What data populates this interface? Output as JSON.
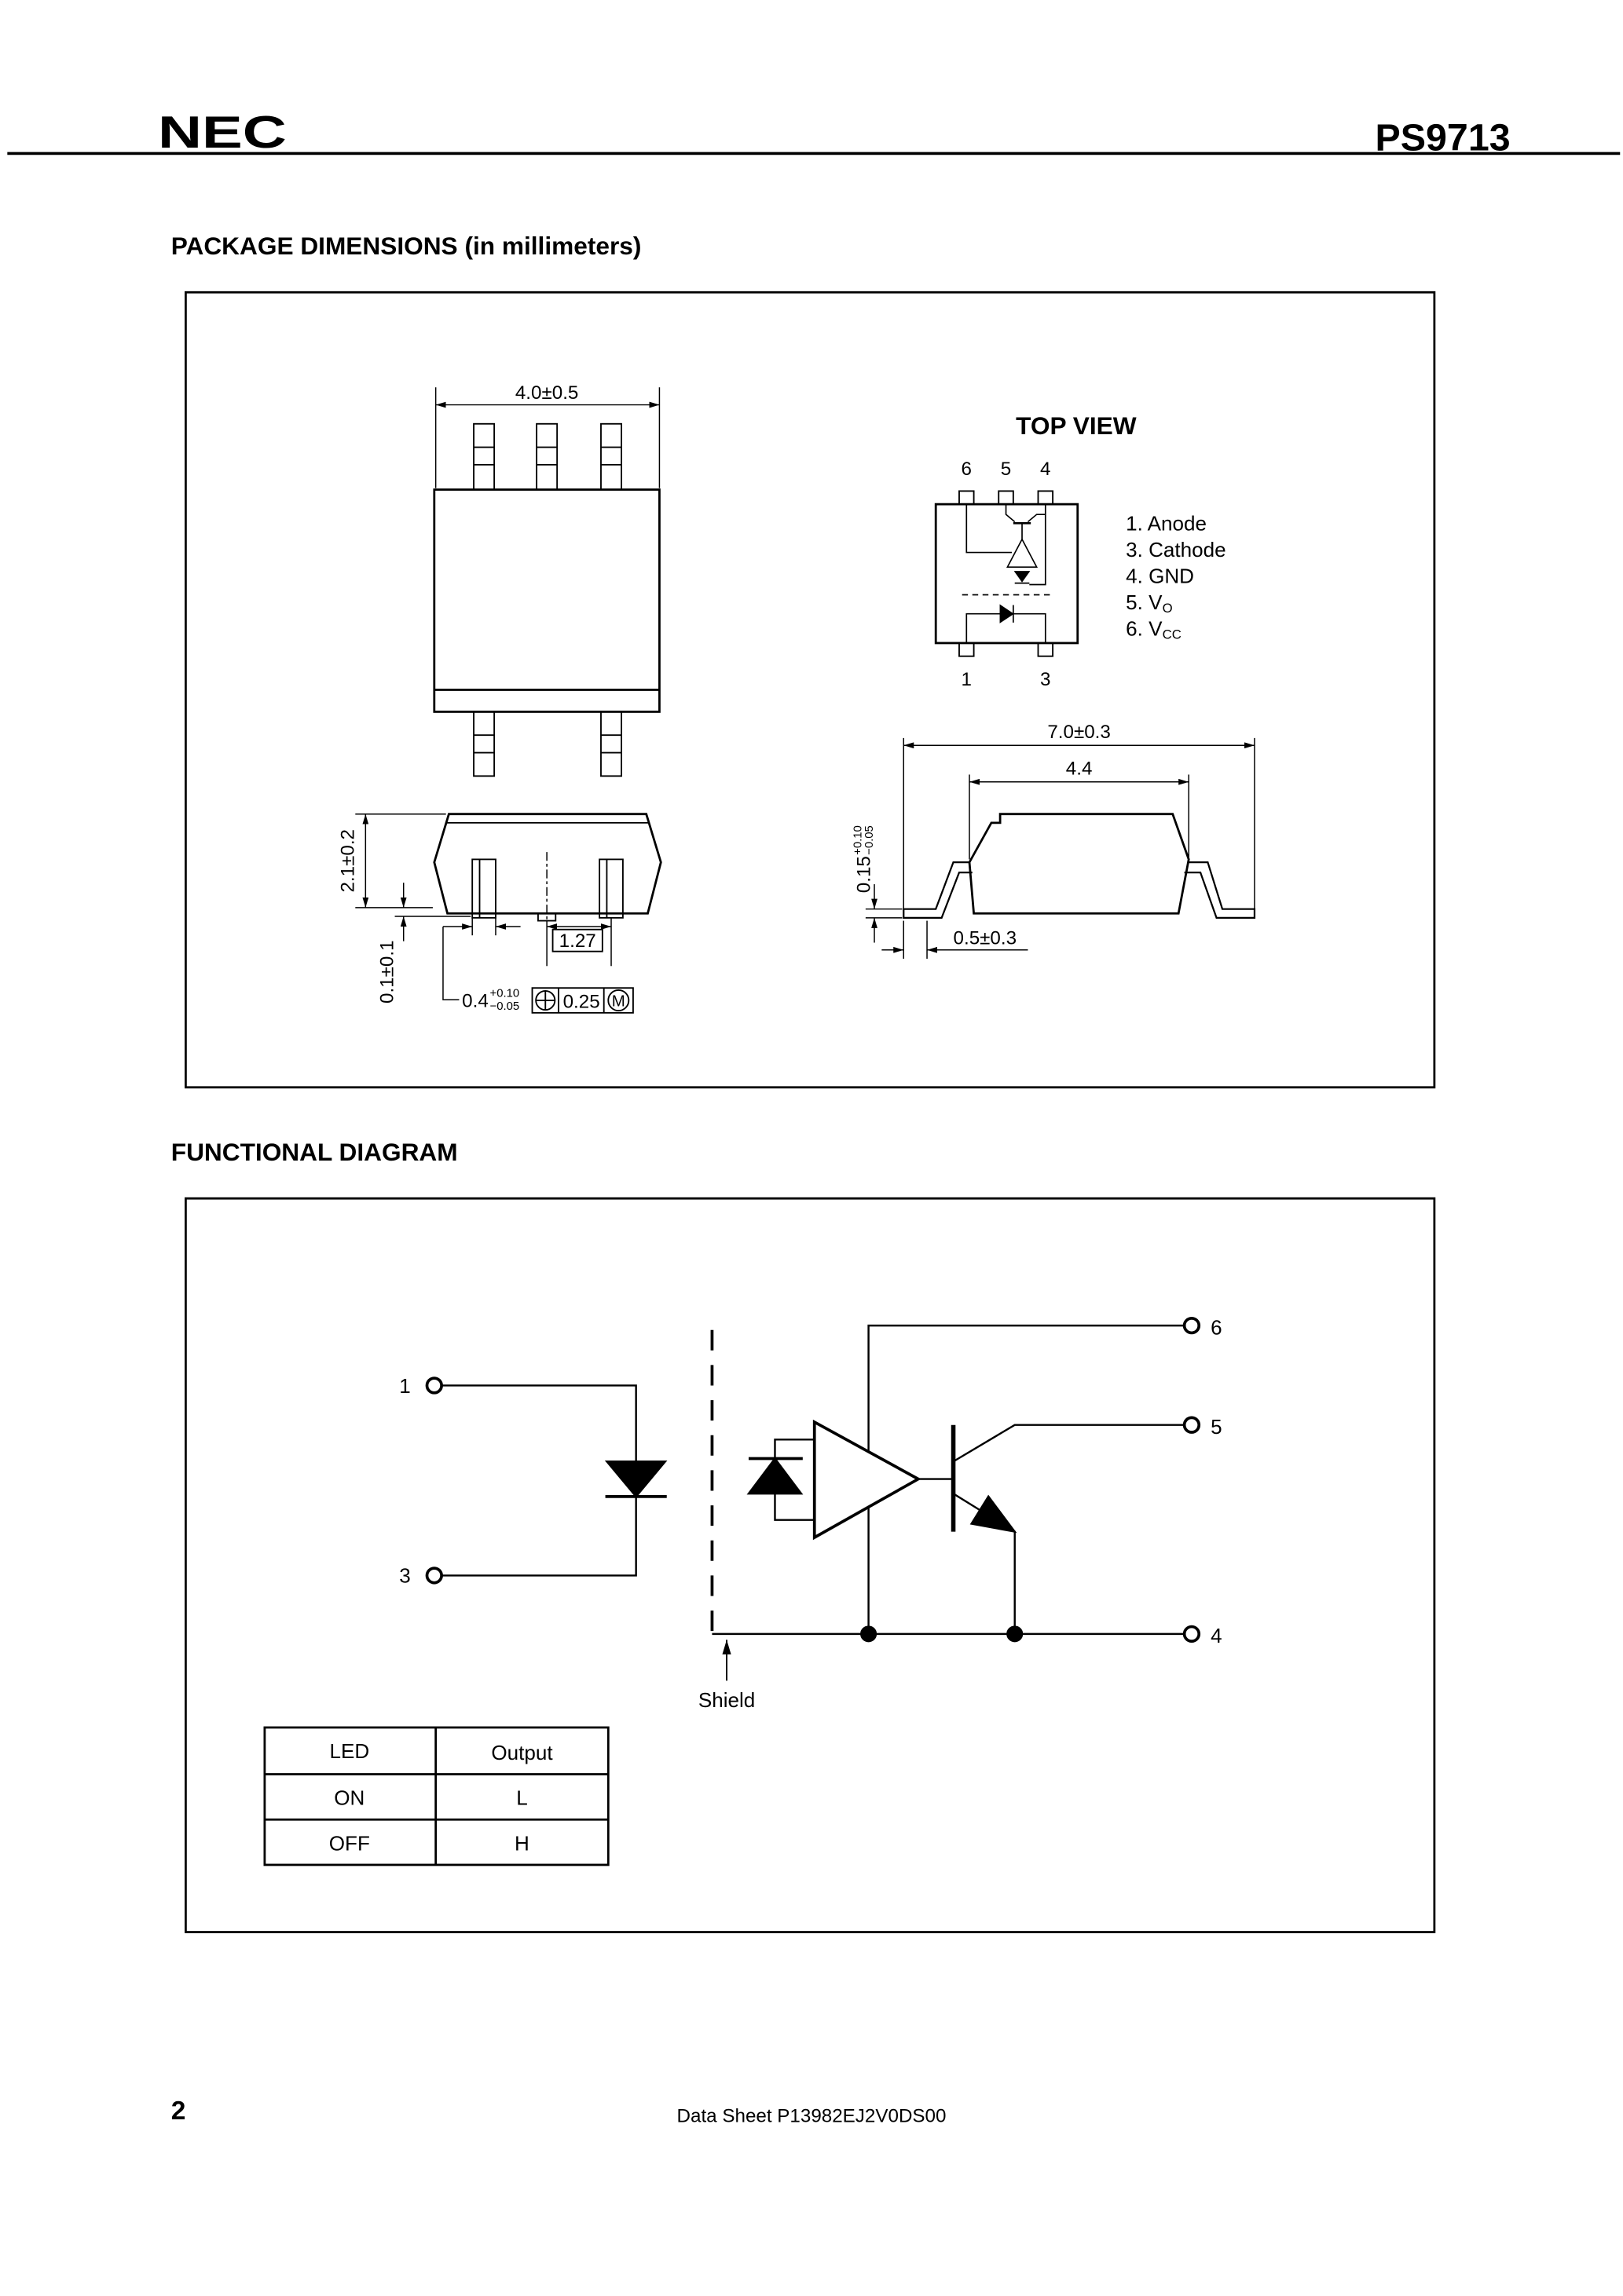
{
  "header": {
    "logo": "NEC",
    "part_number": "PS9713"
  },
  "package_dimensions": {
    "title": "PACKAGE DIMENSIONS (in millimeters)",
    "outline": {
      "width": "4.0±0.5",
      "height": "2.1±0.2",
      "standoff": "0.1±0.1",
      "pitch": "1.27",
      "lead_width": "0.4",
      "lead_width_tol_plus": "+0.10",
      "lead_width_tol_minus": "−0.05",
      "position_symbol": "position-tolerance-icon",
      "position_tolerance": "0.25",
      "position_modifier": "M"
    },
    "top_view": {
      "title": "TOP VIEW",
      "pins_top": [
        "6",
        "5",
        "4"
      ],
      "pins_bottom": [
        "1",
        "3"
      ],
      "pin_functions": [
        {
          "label": "1. Anode",
          "sub": ""
        },
        {
          "label": "3. Cathode",
          "sub": ""
        },
        {
          "label": "4. GND",
          "sub": ""
        },
        {
          "label": "5. V",
          "sub": "O"
        },
        {
          "label": "6. V",
          "sub": "CC"
        }
      ]
    },
    "side_view": {
      "overall_length": "7.0±0.3",
      "body_length": "4.4",
      "lead_thickness": "0.15",
      "lead_thickness_tol_plus": "+0.10",
      "lead_thickness_tol_minus": "−0.05",
      "foot_length": "0.5±0.3"
    }
  },
  "functional_diagram": {
    "title": "FUNCTIONAL DIAGRAM",
    "pins": {
      "p1": "1",
      "p3": "3",
      "p4": "4",
      "p5": "5",
      "p6": "6"
    },
    "shield_label": "Shield",
    "truth_table": {
      "headers": [
        "LED",
        "Output"
      ],
      "rows": [
        [
          "ON",
          "L"
        ],
        [
          "OFF",
          "H"
        ]
      ]
    }
  },
  "footer": {
    "page_number": "2",
    "doc_id": "Data Sheet P13982EJ2V0DS00"
  }
}
